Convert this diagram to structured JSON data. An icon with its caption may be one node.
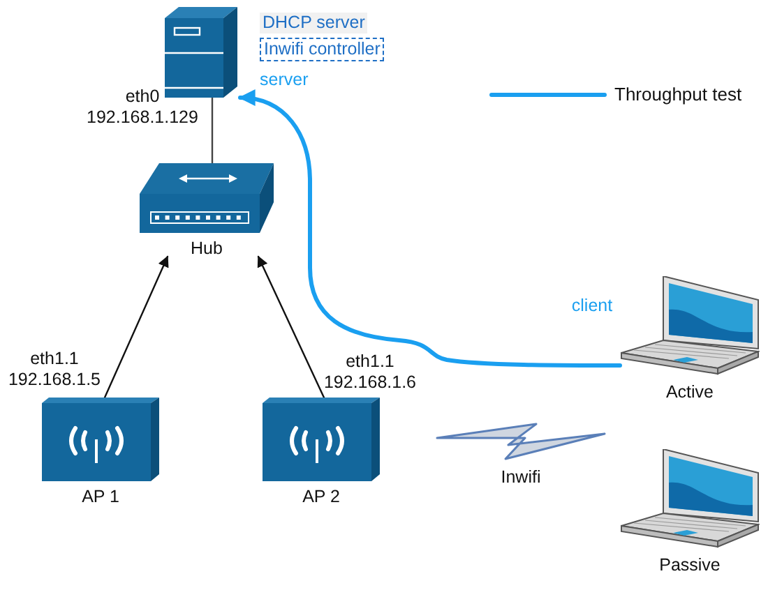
{
  "diagram": {
    "nodes": [
      {
        "text": [
          "DHCP server",
          "Inwifi controller",
          "server"
        ],
        "beside": [
          "eth0 192.168.1.129"
        ]
      },
      {
        "text": [
          "Hub"
        ]
      },
      {
        "text": [
          "AP 1"
        ],
        "beside": [
          "eth1.1 192.168.1.5"
        ]
      },
      {
        "text": [
          "AP 2"
        ],
        "beside": [
          "eth1.1 192.168.1.6"
        ]
      },
      {
        "text": [
          "Active"
        ],
        "beside": [
          "client"
        ]
      },
      {
        "text": [
          "Passive"
        ]
      },
      {
        "text": [
          "Inwifi"
        ]
      }
    ],
    "edges": [
      {
        "from": 0,
        "to": 1,
        "arrow": "none",
        "color": "#444444"
      },
      {
        "from": 2,
        "to": 1,
        "arrow": "to"
      },
      {
        "from": 3,
        "to": 1,
        "arrow": "to"
      },
      {
        "from": 4,
        "to": 0,
        "arrow": "to",
        "style": "thick",
        "color": "#1a9ff0"
      }
    ],
    "legend": [
      {
        "text": "Throughput test"
      }
    ]
  }
}
